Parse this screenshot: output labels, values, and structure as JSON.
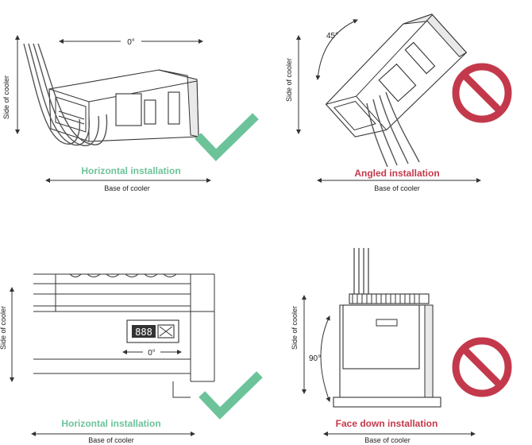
{
  "panels": [
    {
      "id": "p1",
      "title": "Horizontal installation",
      "status": "ok",
      "side_label": "Side of cooler",
      "base_label": "Base of cooler",
      "angle_label": "0°"
    },
    {
      "id": "p2",
      "title": "Angled installation",
      "status": "bad",
      "side_label": "Side of cooler",
      "base_label": "Base of cooler",
      "angle_label": "45°"
    },
    {
      "id": "p3",
      "title": "Horizontal installation",
      "status": "ok",
      "side_label": "Side of cooler",
      "base_label": "Base of cooler",
      "angle_label": "0°"
    },
    {
      "id": "p4",
      "title": "Face down installation",
      "status": "bad",
      "side_label": "Side of cooler",
      "base_label": "Base of cooler",
      "angle_label": "90°"
    }
  ],
  "colors": {
    "ok": "#6cc39a",
    "bad": "#c3394b"
  },
  "icons": {
    "ok": "check-mark-icon",
    "bad": "prohibited-icon"
  }
}
